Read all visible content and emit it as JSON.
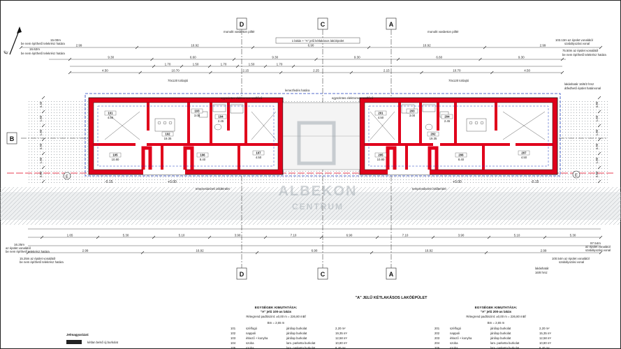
{
  "axes": {
    "top": [
      "D",
      "C",
      "A"
    ],
    "bottom": [
      "D",
      "C",
      "A"
    ],
    "left": "B",
    "side_circles": [
      "E",
      "E"
    ]
  },
  "top_notes": {
    "center_label": "1 lakás + \"A\" jelű kétlakásos lakóépület",
    "left_note": "monolit vasbeton pillér",
    "right_note": "monolit vasbeton pillér",
    "left_line1": "15.00m",
    "left_line2": "be nem építhető telekrész határa",
    "left_line3": "16.62m",
    "left_line4": "be nem építhető telekrész határa",
    "right_line1": "103.13m az épület vonalától",
    "right_line2": "szabályozási vonal",
    "right_line3": "75.50m az épület vonalától",
    "right_line4": "be nem építhető telekrész határa"
  },
  "dims": {
    "row1": [
      "2.99",
      "16.92",
      "6.90",
      "16.92",
      "2.99"
    ],
    "row2": [
      "9.30",
      "6.60",
      "9.30",
      "9.30",
      "6.60",
      "9.30"
    ],
    "row3": [
      "1.70",
      "1.50",
      "1.70",
      "1.50",
      "1.70"
    ],
    "row4": [
      "4.50",
      "10.70",
      "2.15",
      "2.25",
      "2.15",
      "10.70",
      "4.50"
    ],
    "bottom1": [
      "1.65",
      "5.30",
      "5.10",
      "3.90",
      "7.10",
      "6.90",
      "7.10",
      "3.90",
      "5.10",
      "5.30"
    ],
    "bottom2": [
      "2.99",
      "16.92",
      "6.90",
      "16.92",
      "2.99"
    ],
    "left_vertical": [
      "4.40",
      "1.60",
      "1.80",
      "4.90",
      "1.80",
      "3.80"
    ],
    "right_vertical": [
      "4.80",
      "1.60",
      "1.80",
      "4.90",
      "1.80",
      "3.80"
    ]
  },
  "plan_notes": {
    "parapet": "70x120 tolóajtó",
    "lift": "egyszintes elektromos szellőző",
    "center_note": "lemezfedés határa",
    "right_note": "lakáshatár 16/8/2 hrsz",
    "right_note2": "átfedhető épület határvonal",
    "ground_left": "tereprendezett zöldterület",
    "ground_right": "tereprendezett zöldterület",
    "level_mark": "+0.00",
    "level_ext": "-0.15"
  },
  "rooms_left": [
    {
      "no": "101",
      "area": "4.50"
    },
    {
      "no": "102",
      "area": "19.35"
    },
    {
      "no": "103",
      "area": "3.00"
    },
    {
      "no": "104",
      "area": "2.45"
    },
    {
      "no": "105",
      "area": "10.80"
    },
    {
      "no": "106",
      "area": "8.40"
    },
    {
      "no": "107",
      "area": "4.50"
    }
  ],
  "rooms_right": [
    {
      "no": "201",
      "area": "4.50"
    },
    {
      "no": "202",
      "area": "19.35"
    },
    {
      "no": "203",
      "area": "3.00"
    },
    {
      "no": "204",
      "area": "2.45"
    },
    {
      "no": "205",
      "area": "10.80"
    },
    {
      "no": "206",
      "area": "8.40"
    },
    {
      "no": "207",
      "area": "4.50"
    }
  ],
  "bottom_notes": {
    "left1": "16.25m",
    "left2": "az épület vonalától",
    "left3": "be nem építhető telekrész határa",
    "left4": "15.25m az épület vonalától",
    "left5": "be nem építhető telekrész határa",
    "right1": "97.54m",
    "right2": "az épület vonalától",
    "right3": "szabályozási vonal",
    "right4": "100.54m az épület vonalától",
    "right5": "szabályozási vonal",
    "lot_note1": "lakáshatár",
    "lot_note2": "16/8 hrsz"
  },
  "watermark": {
    "line1": "ALBEKON",
    "line2": "CENTRUM"
  },
  "schedule": {
    "title": "\"A\" JELŰ KÉTLAKÁSOS LAKÓÉPÜLET",
    "left": {
      "heading": "EGYSÉGEK KIMUTATÁSA:",
      "sub": "\"A\" jelű 100-as lakás",
      "level": "Rétegrend padlószint: ±0,00 m = 226,80 mBf",
      "height": "Bm = 2,65 m",
      "rows": [
        {
          "no": "101",
          "name": "szélfogó",
          "floor": "járólap burkolat",
          "area": "2,20 m²"
        },
        {
          "no": "102",
          "name": "nappali",
          "floor": "járólap burkolat",
          "area": "19,35 m²"
        },
        {
          "no": "103",
          "name": "étkező + konyha",
          "floor": "járólap burkolat",
          "area": "12,58 m²"
        },
        {
          "no": "104",
          "name": "szoba",
          "floor": "lam. parketta burkolat",
          "area": "10,80 m²"
        },
        {
          "no": "105",
          "name": "szoba",
          "floor": "lam. parketta burkolat",
          "area": "8,40 m²"
        }
      ]
    },
    "right": {
      "heading": "EGYSÉGEK KIMUTATÁSA:",
      "sub": "\"A\" jelű 200-as lakás",
      "level": "Rétegrend padlószint: ±0,00 m = 226,80 mBf",
      "height": "Bm = 2,65 m",
      "rows": [
        {
          "no": "201",
          "name": "szélfogó",
          "floor": "járólap burkolat",
          "area": "2,20 m²"
        },
        {
          "no": "202",
          "name": "nappali",
          "floor": "járólap burkolat",
          "area": "15,35 m²"
        },
        {
          "no": "203",
          "name": "étkező + konyha",
          "floor": "járólap burkolat",
          "area": "12,58 m²"
        },
        {
          "no": "204",
          "name": "szoba",
          "floor": "lam. parketta burkolat",
          "area": "10,80 m²"
        },
        {
          "no": "205",
          "name": "szoba",
          "floor": "lam. parketta burkolat",
          "area": "8,40 m²"
        }
      ]
    }
  },
  "legend": {
    "title": "Jelmagyarázat:",
    "item1": "kétlan belső új burkolat"
  },
  "colors": {
    "wall": "#e0001b",
    "line": "#1b1b1b",
    "hatch": "#8a8f93",
    "axis": "#e0001b",
    "blue": "#1f3fbf"
  }
}
